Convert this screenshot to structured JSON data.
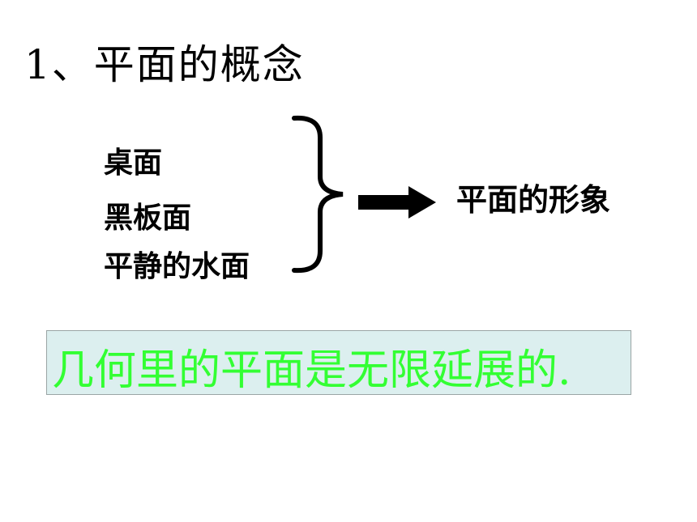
{
  "title": "1、平面的概念",
  "examples": [
    "桌面",
    "黑板面",
    "平静的水面"
  ],
  "result": "平面的形象",
  "conclusion": "几何里的平面是无限延展的.",
  "colors": {
    "conclusion_text": "#33ff33",
    "conclusion_bg": "#dcefef"
  }
}
